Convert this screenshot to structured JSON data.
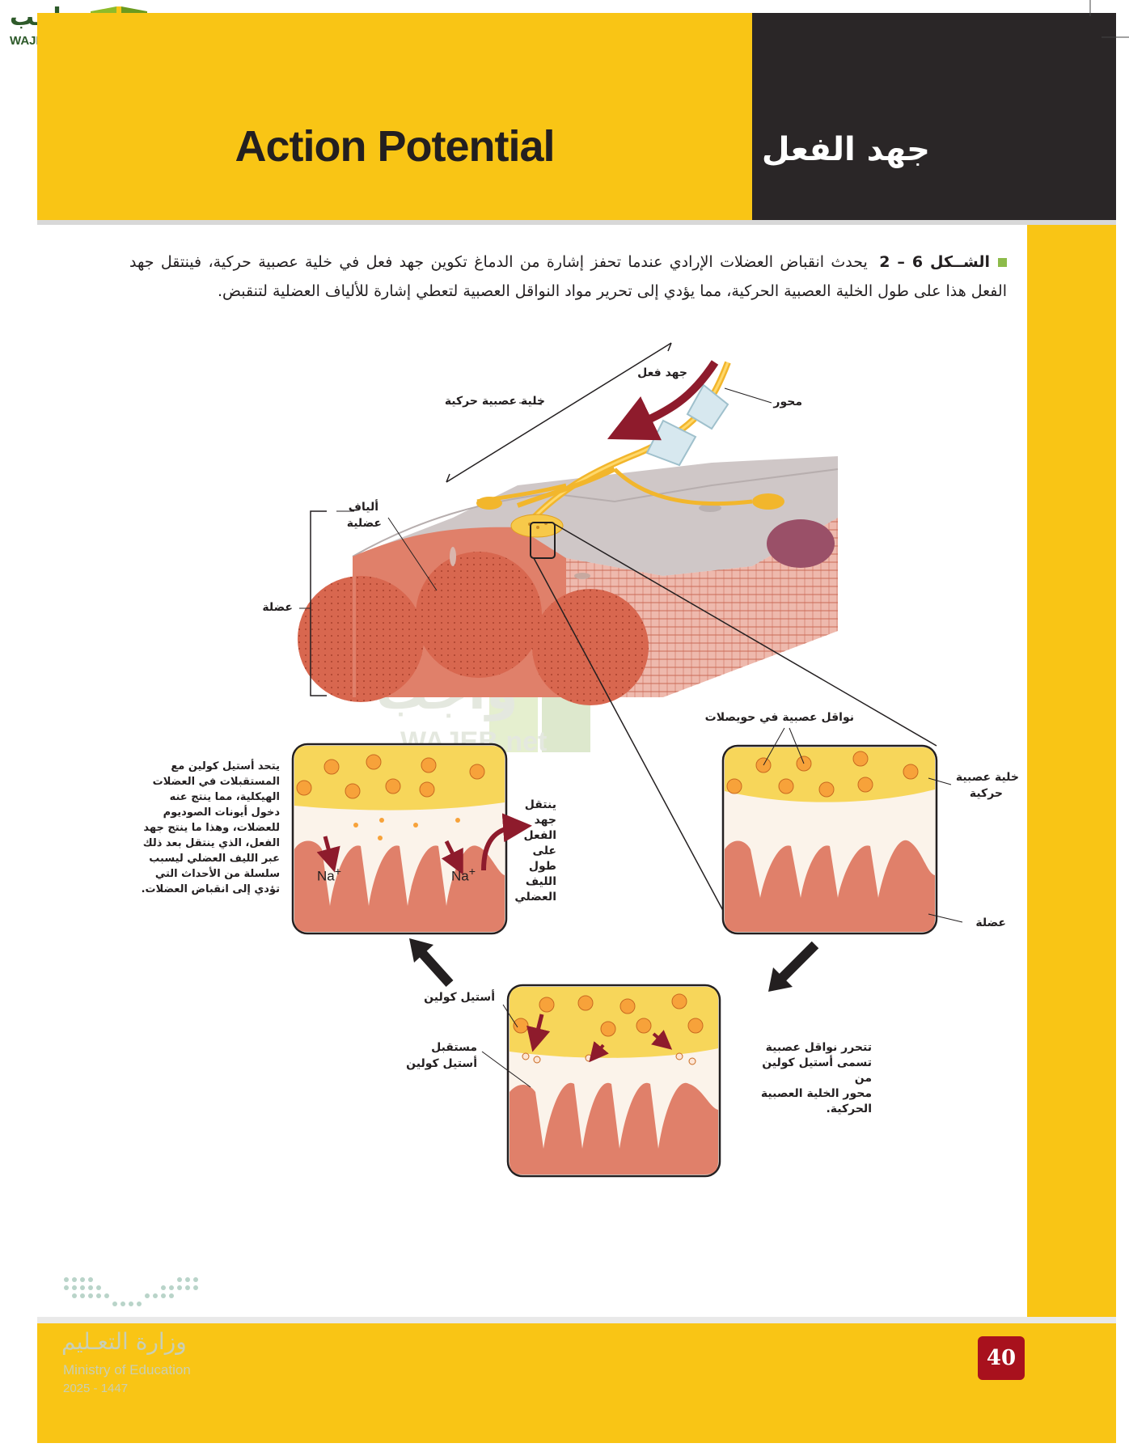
{
  "header": {
    "title_en": "Action Potential",
    "title_ar": "جهد الفعل"
  },
  "logo": {
    "text_ar": "واجب",
    "text_en": "WAJEB.net"
  },
  "caption": {
    "figure_label": "الشــكل 6 – 2",
    "text": "يحدث انقباض العضلات الإرادي عندما تحفز إشارة من الدماغ تكوين جهد فعل في خلية عصبية حركية، فينتقل جهد الفعل هذا على طول الخلية العصبية الحركية، مما يؤدي إلى تحرير مواد النواقل العصبية لتعطي إشارة للألياف العضلية لتنقبض."
  },
  "figure": {
    "labels": {
      "action_potential": "جهد فعل",
      "motor_neuron": "خلية عصبية حركية",
      "axon": "محور",
      "muscle_fibers_1": "ألياف",
      "muscle_fibers_2": "عضلية",
      "muscle": "عضلة",
      "neurotransmitters_vesicles": "نواقل عصبية في حويصلات",
      "motor_neuron_1": "خلية عصبية",
      "motor_neuron_2": "حركية",
      "muscle_right": "عضلة",
      "release_text": [
        "تتحرر نواقل عصبية",
        "تسمى أستيل كولين من",
        "محور الخلية العصبية",
        "الحركية."
      ],
      "acetylcholine": "أستيل كولين",
      "receptor_1": "مستقبل",
      "receptor_2": "أستيل كولين",
      "travel_text": [
        "ينتقل",
        "جهد",
        "الفعل",
        "على",
        "طول",
        "الليف",
        "العضلي"
      ],
      "bind_text": [
        "يتحد أستيل كولين مع",
        "المستقبلات في العضلات",
        "الهيكلية، مما ينتج عنه",
        "دخول أيونات الصوديوم",
        "للعضلات، وهذا ما ينتج جهد",
        "الفعل، الذي ينتقل بعد ذلك",
        "عبر الليف العضلي ليسبب",
        "سلسلة من الأحداث التي",
        "تؤدي إلى انقباض العضلات."
      ],
      "sodium": "Na",
      "plus": "+"
    }
  },
  "watermark": {
    "ar": "واجب",
    "en": "WAJEB.net"
  },
  "footer": {
    "page_number": "40",
    "ministry_ar": "وزارة التعـليم",
    "ministry_en": "Ministry of Education",
    "year": "2025 - 1447"
  },
  "colors": {
    "yellow": "#f9c515",
    "dark": "#2a2627",
    "muscle": "#e0806a",
    "vesicle_bg": "#f7d65a",
    "arrow_red": "#8e1b2c",
    "page_red": "#a8111d"
  }
}
